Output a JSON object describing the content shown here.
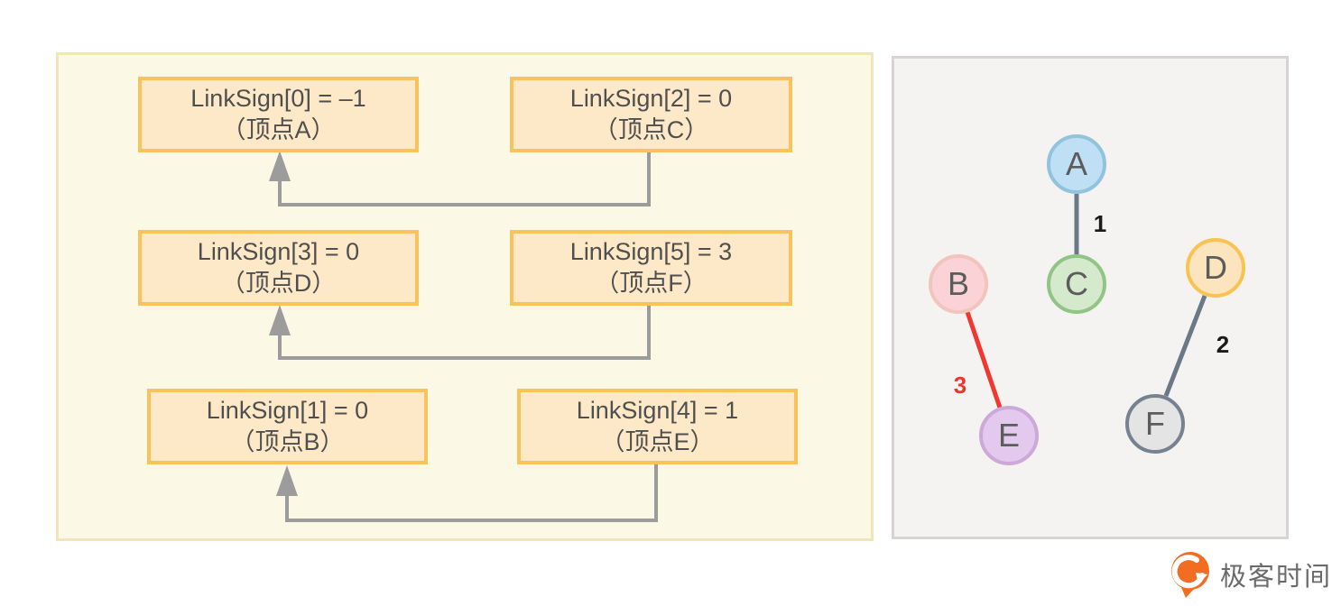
{
  "left_panel": {
    "boxes": [
      {
        "line1": "LinkSign[0] = –1",
        "line2": "（顶点A）"
      },
      {
        "line1": "LinkSign[2] = 0",
        "line2": "（顶点C）"
      },
      {
        "line1": "LinkSign[3] = 0",
        "line2": "（顶点D）"
      },
      {
        "line1": "LinkSign[5] = 3",
        "line2": "（顶点F）"
      },
      {
        "line1": "LinkSign[1] = 0",
        "line2": "（顶点B）"
      },
      {
        "line1": "LinkSign[4] = 1",
        "line2": "（顶点E）"
      }
    ],
    "colors": {
      "panel_bg": "#FBF8E6",
      "panel_border": "#F1E6BA",
      "box_bg": "#FDE9C8",
      "box_border": "#F9C25D",
      "connector": "#9C9C9C",
      "text": "#4F4F4F"
    }
  },
  "graph": {
    "nodes": [
      {
        "label": "A",
        "fill": "#BFE0F4",
        "stroke": "#92C3DD"
      },
      {
        "label": "B",
        "fill": "#FBD3D6",
        "stroke": "#F2C4BD"
      },
      {
        "label": "C",
        "fill": "#D5EACC",
        "stroke": "#90C586"
      },
      {
        "label": "D",
        "fill": "#FCE5BE",
        "stroke": "#F9C352"
      },
      {
        "label": "E",
        "fill": "#E4C9EE",
        "stroke": "#CDA9D9"
      },
      {
        "label": "F",
        "fill": "#E4E4E4",
        "stroke": "#76828F"
      }
    ],
    "edges": [
      {
        "from": "A",
        "to": "C",
        "label": "1",
        "color": "#6B7886",
        "label_color": "#1A1A1A"
      },
      {
        "from": "D",
        "to": "F",
        "label": "2",
        "color": "#6B7886",
        "label_color": "#1A1A1A"
      },
      {
        "from": "B",
        "to": "E",
        "label": "3",
        "color": "#F0382F",
        "label_color": "#E8382D"
      }
    ],
    "colors": {
      "panel_bg": "#F4F3F2",
      "panel_border": "#D9D4D4"
    }
  },
  "footer": {
    "logo_text": "极客时间",
    "logo_color": "#F26D21"
  }
}
